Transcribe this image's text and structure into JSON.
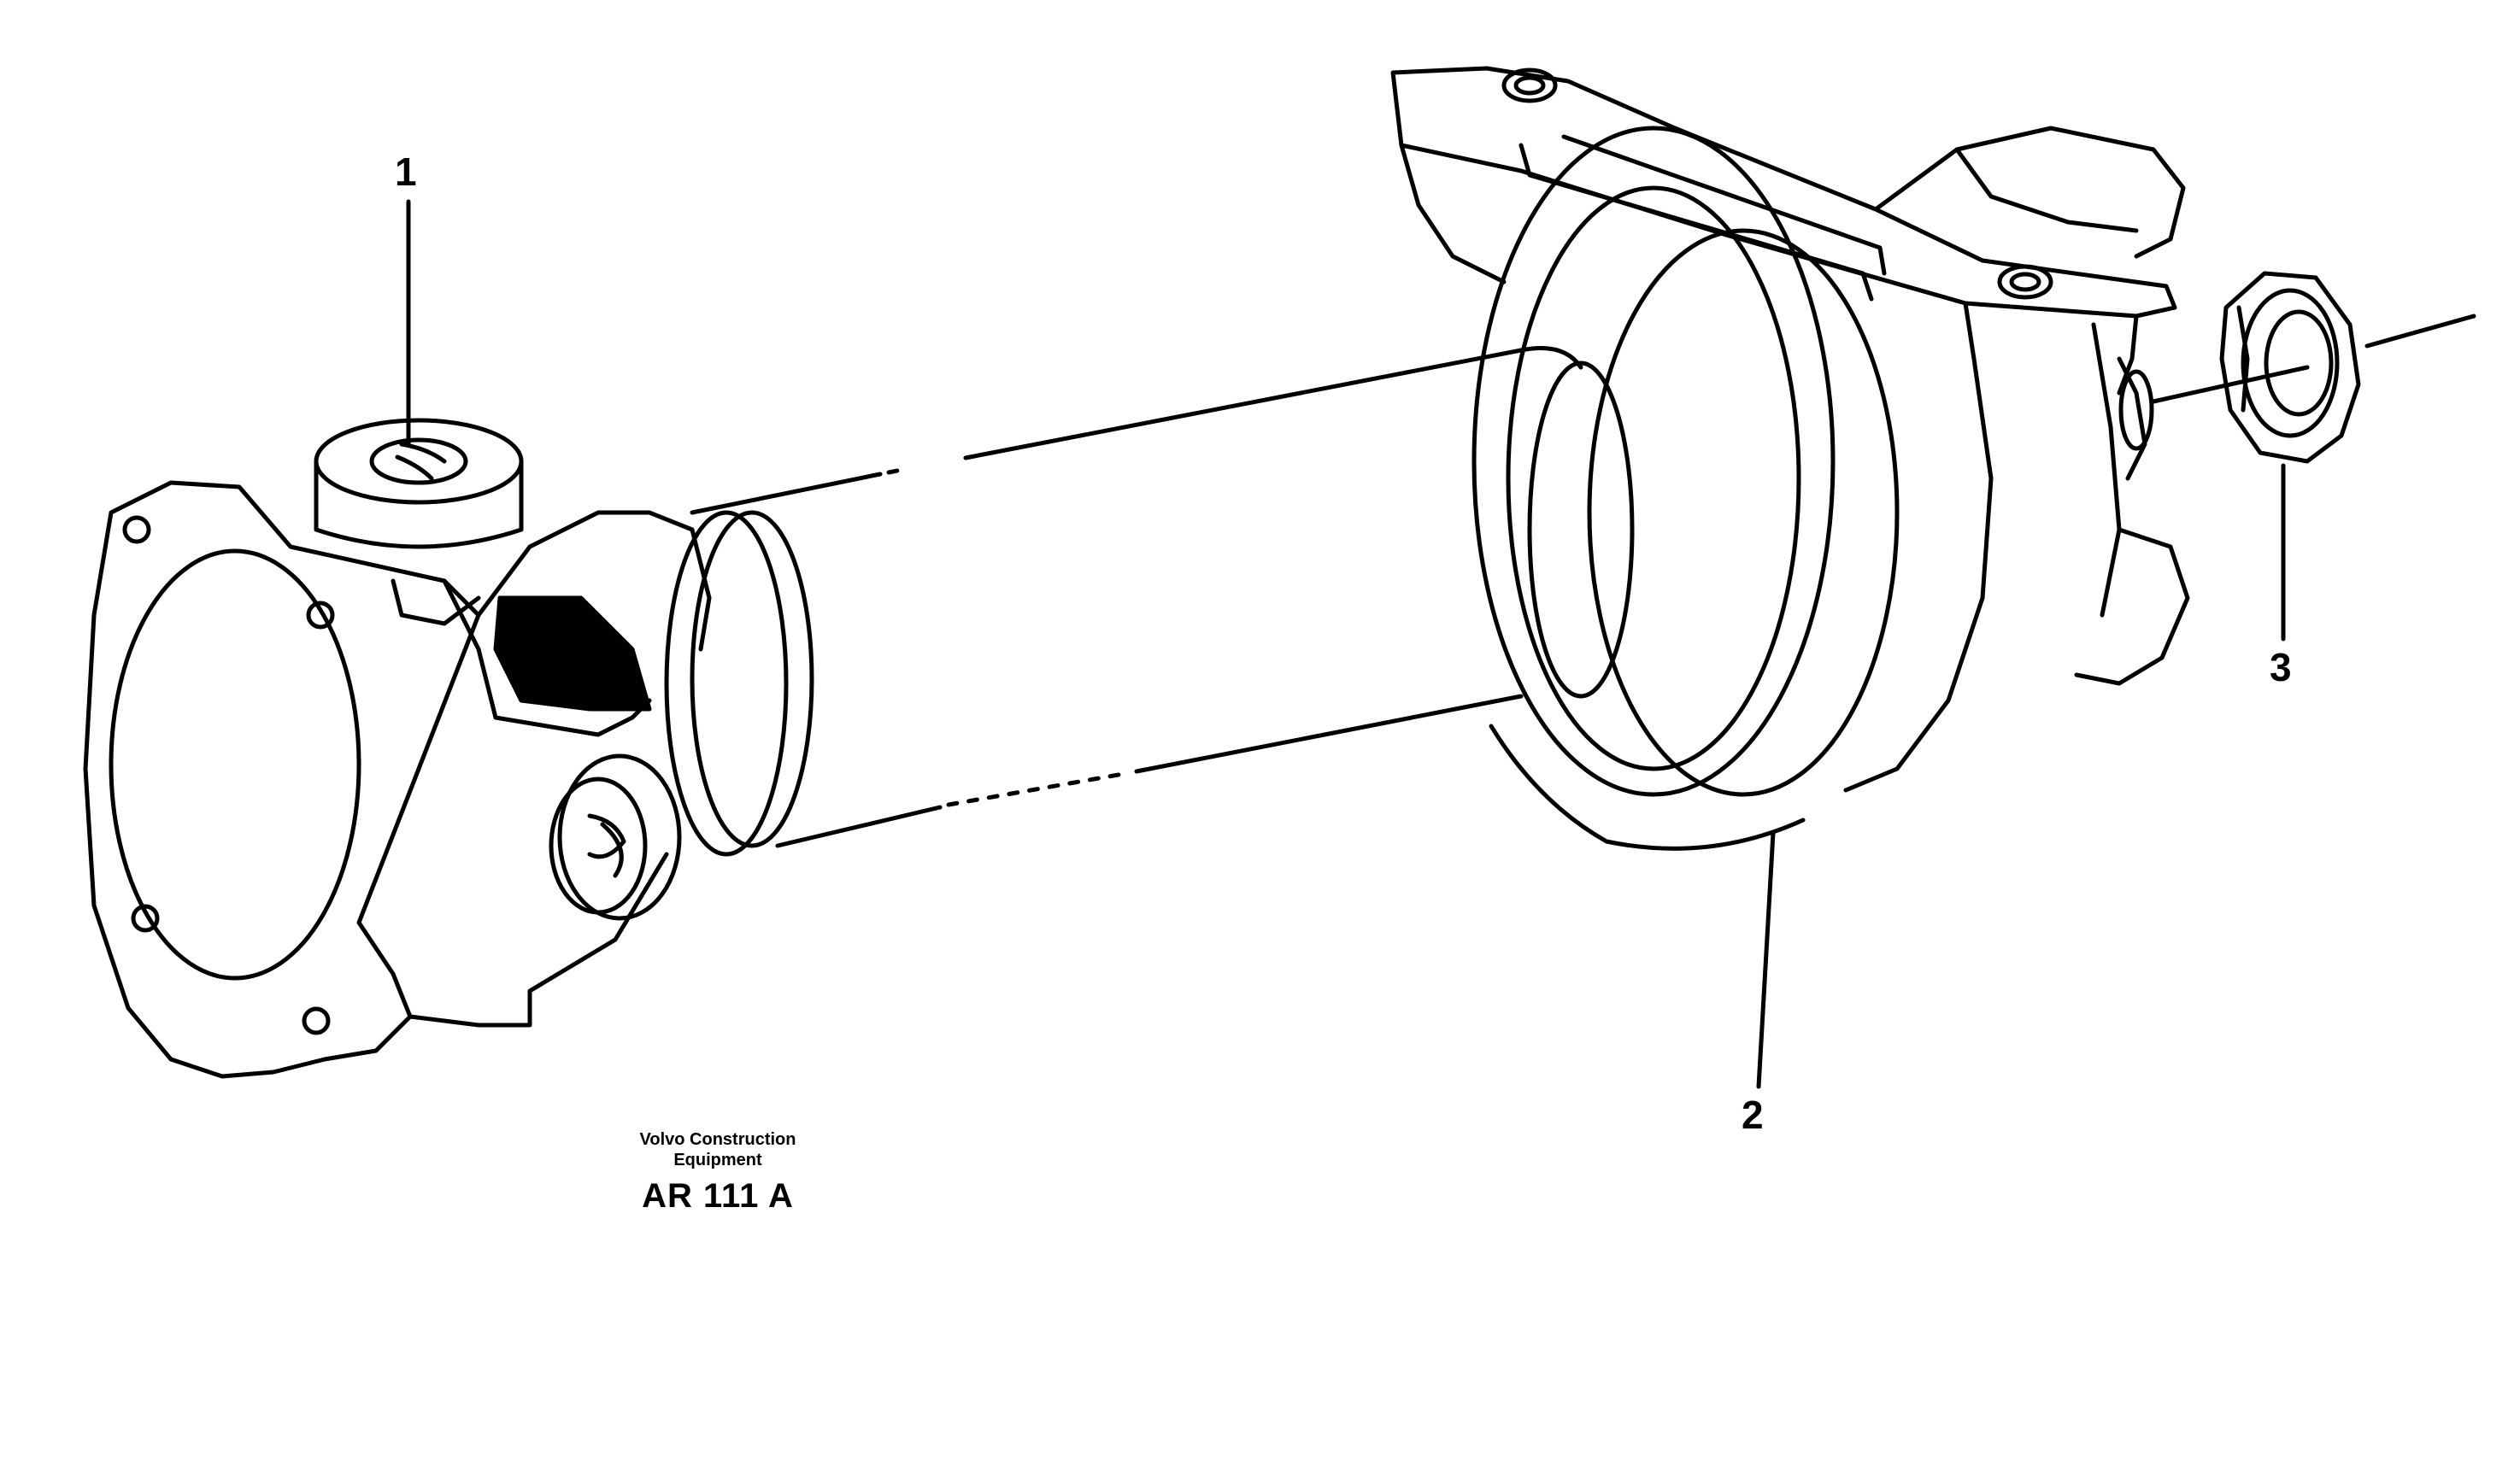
{
  "callouts": {
    "part_1": "1",
    "part_2": "2",
    "part_3": "3"
  },
  "credit": {
    "company": "Volvo Construction Equipment",
    "drawing_code": "AR 111 A"
  },
  "colors": {
    "line": "#000000",
    "background": "#ffffff"
  }
}
